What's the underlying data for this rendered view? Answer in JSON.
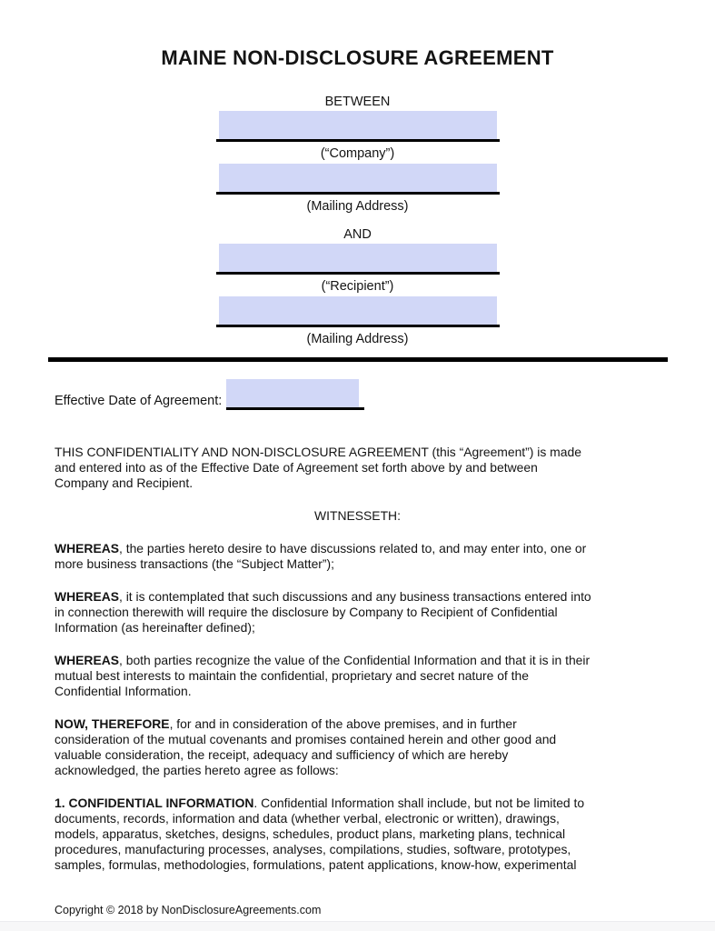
{
  "doc": {
    "title": "MAINE NON-DISCLOSURE AGREEMENT",
    "between_label": "BETWEEN",
    "and_label": "AND",
    "party_fields": [
      {
        "caption": "(“Company”)",
        "value": ""
      },
      {
        "caption": "(Mailing Address)",
        "value": ""
      },
      {
        "caption": "(“Recipient”)",
        "value": ""
      },
      {
        "caption": "(Mailing Address)",
        "value": ""
      }
    ],
    "effective_date": {
      "label": "Effective Date of Agreement:",
      "value": ""
    },
    "body": {
      "paragraphs": [
        {
          "name": "intro-clause",
          "align": "left",
          "lines": [
            {
              "text": "THIS CONFIDENTIALITY AND NON-DISCLOSURE AGREEMENT (this “Agreement”) is made"
            },
            {
              "text": "and entered into as of the Effective Date of Agreement set forth above by and between"
            },
            {
              "text": "Company and Recipient."
            }
          ]
        },
        {
          "name": "witnesseth-heading",
          "align": "center",
          "lines": [
            {
              "text": "WITNESSETH:"
            }
          ]
        },
        {
          "name": "whereas-clause-1",
          "align": "left",
          "lines": [
            {
              "bold": "WHEREAS",
              "text": ", the parties hereto desire to have discussions related to, and may enter into, one or"
            },
            {
              "text": "more business transactions (the “Subject Matter”);"
            }
          ]
        },
        {
          "name": "whereas-clause-2",
          "align": "left",
          "lines": [
            {
              "bold": "WHEREAS",
              "text": ", it is contemplated that such discussions and any business transactions entered into"
            },
            {
              "text": "in connection therewith will require the disclosure by Company to Recipient of Confidential"
            },
            {
              "text": "Information (as hereinafter defined);"
            }
          ]
        },
        {
          "name": "whereas-clause-3",
          "align": "left",
          "lines": [
            {
              "bold": "WHEREAS",
              "text": ", both parties recognize the value of the Confidential Information and that it is in their"
            },
            {
              "text": "mutual best interests to maintain the confidential, proprietary and secret nature of the"
            },
            {
              "text": "Confidential Information."
            }
          ]
        },
        {
          "name": "now-therefore-clause",
          "align": "left",
          "lines": [
            {
              "bold": "NOW, THEREFORE",
              "text": ", for and in consideration of the above premises, and in further"
            },
            {
              "text": "consideration of the mutual covenants and promises contained herein and other good and"
            },
            {
              "text": "valuable consideration, the receipt, adequacy and sufficiency of which are hereby"
            },
            {
              "text": "acknowledged, the parties hereto agree as follows:"
            }
          ]
        },
        {
          "name": "section-1-confidential-information",
          "align": "left",
          "lines": [
            {
              "bold": "1. CONFIDENTIAL INFORMATION",
              "text": ". Confidential Information shall include, but not be limited to"
            },
            {
              "text": "documents, records, information and data (whether verbal, electronic or written), drawings,"
            },
            {
              "text": "models, apparatus, sketches, designs, schedules, product plans, marketing plans, technical"
            },
            {
              "text": "procedures, manufacturing processes, analyses, compilations, studies, software, prototypes,"
            },
            {
              "text": "samples, formulas, methodologies, formulations, patent applications, know-how, experimental"
            }
          ]
        }
      ]
    },
    "footer": {
      "copyright": "Copyright © 2018 by NonDisclosureAgreements.com"
    },
    "colors": {
      "field_fill": "#d1d7f7",
      "rule": "#000000",
      "text": "#141414",
      "footer_strip": "#f7f7f8"
    }
  }
}
